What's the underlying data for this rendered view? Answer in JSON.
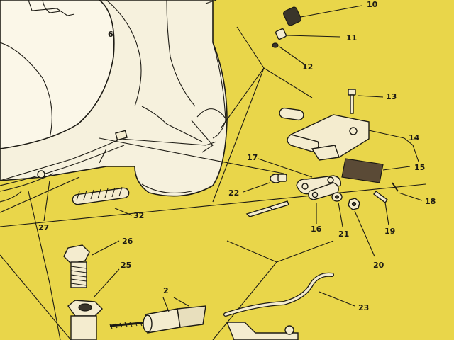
{
  "labels": {
    "l2": "2",
    "l6": "6",
    "l10": "10",
    "l11": "11",
    "l12": "12",
    "l13": "13",
    "l14": "14",
    "l15": "15",
    "l16": "16",
    "l17": "17",
    "l18": "18",
    "l19": "19",
    "l20": "20",
    "l21": "21",
    "l22": "22",
    "l23": "23",
    "l25": "25",
    "l26": "26",
    "l27": "27",
    "l32": "32"
  },
  "colors": {
    "background": "#e9d64a",
    "ink": "#1d1b14",
    "paper": "#f6f1dd"
  }
}
